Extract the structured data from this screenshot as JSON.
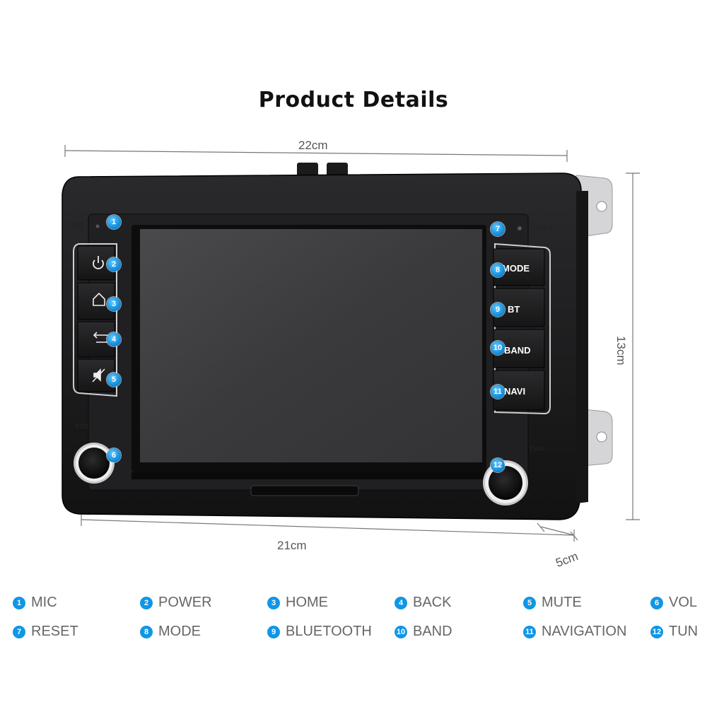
{
  "title": "Product Details",
  "dimensions": {
    "top_width": "22cm",
    "bottom_width": "21cm",
    "height": "13cm",
    "depth": "5cm"
  },
  "device_labels": {
    "mic": "MIC",
    "res": "RES",
    "vol": "VOL",
    "tun": "TUN"
  },
  "right_buttons": [
    {
      "id": "mode",
      "label": "MODE"
    },
    {
      "id": "bt",
      "label": "BT"
    },
    {
      "id": "band",
      "label": "BAND"
    },
    {
      "id": "navi",
      "label": "NAVI"
    }
  ],
  "left_buttons": [
    {
      "id": "power",
      "icon": "power-icon"
    },
    {
      "id": "home",
      "icon": "home-icon"
    },
    {
      "id": "back",
      "icon": "back-icon"
    },
    {
      "id": "mute",
      "icon": "mute-icon"
    }
  ],
  "badges": [
    "1",
    "2",
    "3",
    "4",
    "5",
    "6",
    "7",
    "8",
    "9",
    "10",
    "11",
    "12"
  ],
  "legend": [
    {
      "num": "1",
      "label": "MIC"
    },
    {
      "num": "2",
      "label": "POWER"
    },
    {
      "num": "3",
      "label": "HOME"
    },
    {
      "num": "4",
      "label": "BACK"
    },
    {
      "num": "5",
      "label": "MUTE"
    },
    {
      "num": "6",
      "label": "VOL"
    },
    {
      "num": "7",
      "label": "RESET"
    },
    {
      "num": "8",
      "label": "MODE"
    },
    {
      "num": "9",
      "label": "BLUETOOTH"
    },
    {
      "num": "10",
      "label": "BAND"
    },
    {
      "num": "11",
      "label": "NAVIGATION"
    },
    {
      "num": "12",
      "label": "TUN"
    }
  ],
  "colors": {
    "badge": "#1196e6",
    "bezel": "#1c1c1e",
    "screen": "#3a3a3c"
  }
}
